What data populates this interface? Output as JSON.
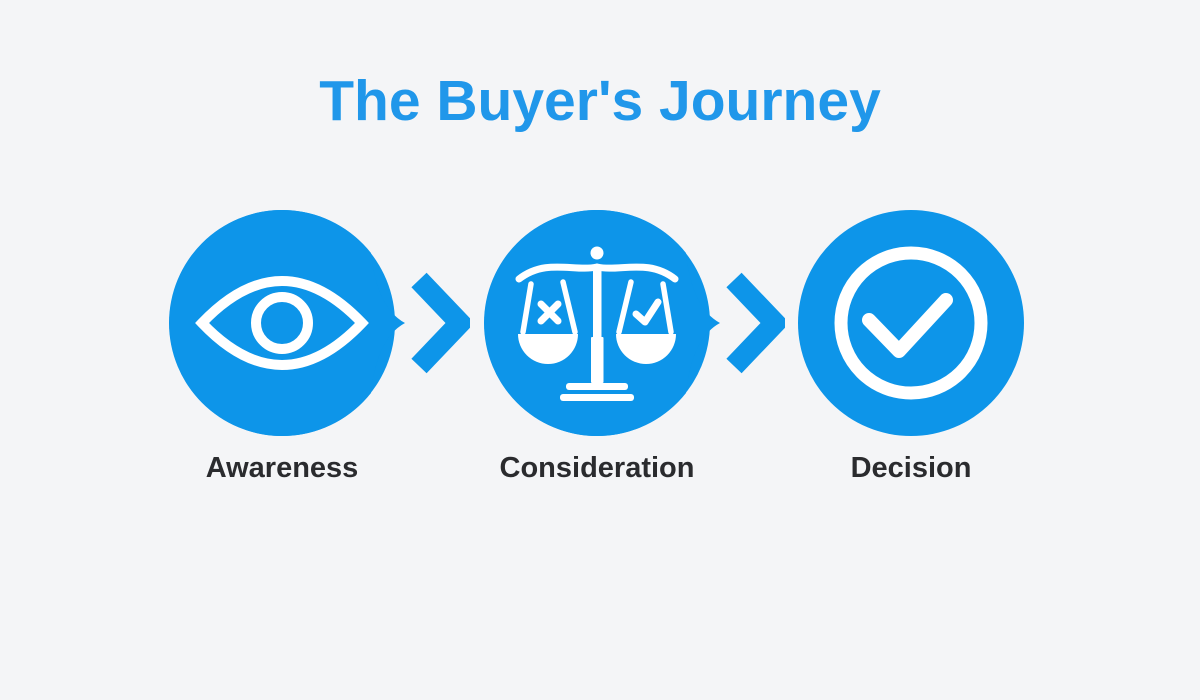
{
  "title": "The Buyer's Journey",
  "colors": {
    "background": "#F4F5F7",
    "title": "#2097EA",
    "shape": "#0D95E9",
    "icon": "#FFFFFF",
    "label": "#2A2B2E"
  },
  "stages": [
    {
      "label": "Awareness",
      "icon": "eye-icon"
    },
    {
      "label": "Consideration",
      "icon": "balance-scale-icon"
    },
    {
      "label": "Decision",
      "icon": "check-circle-icon"
    }
  ],
  "connectors": [
    {
      "icon": "chevron-right-icon"
    },
    {
      "icon": "chevron-right-icon"
    }
  ]
}
